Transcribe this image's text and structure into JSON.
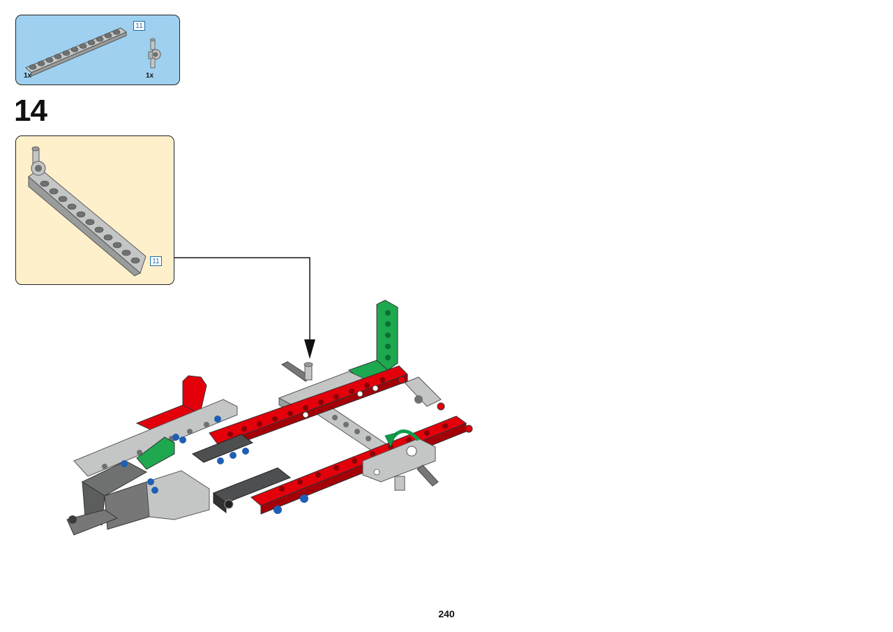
{
  "parts_list": {
    "items": [
      {
        "name": "beam-11",
        "quantity": "1x",
        "length_tag": "11"
      },
      {
        "name": "axle-pin-connector",
        "quantity": "1x"
      }
    ]
  },
  "step": {
    "number": "14"
  },
  "subassembly": {
    "length_tag": "11"
  },
  "page": {
    "number": "240"
  },
  "colors": {
    "parts_background": "#9fd0ef",
    "subassembly_background": "#fff0cc",
    "red": "#e3000b",
    "green": "#17a34a",
    "light_gray": "#c4c6c6",
    "dark_gray": "#4d4f50",
    "blue": "#1f5fb4",
    "rotate_arrow": "#0f9d4a"
  }
}
